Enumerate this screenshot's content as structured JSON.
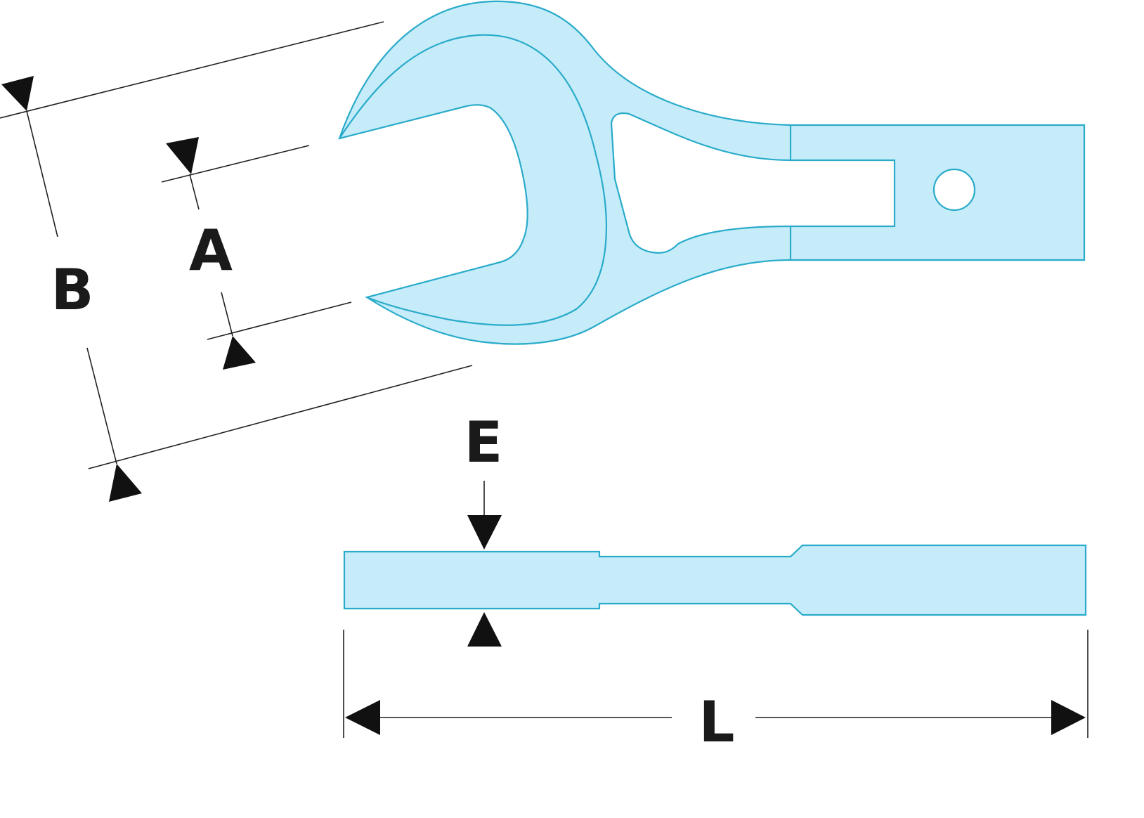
{
  "colors": {
    "part_fill": "#c6ecfa",
    "part_stroke": "#29abc9",
    "dimension_line": "#222222",
    "arrow": "#111111",
    "label": "#1a1a1a"
  },
  "labels": {
    "a": "A",
    "b": "B",
    "e": "E",
    "l": "L"
  }
}
